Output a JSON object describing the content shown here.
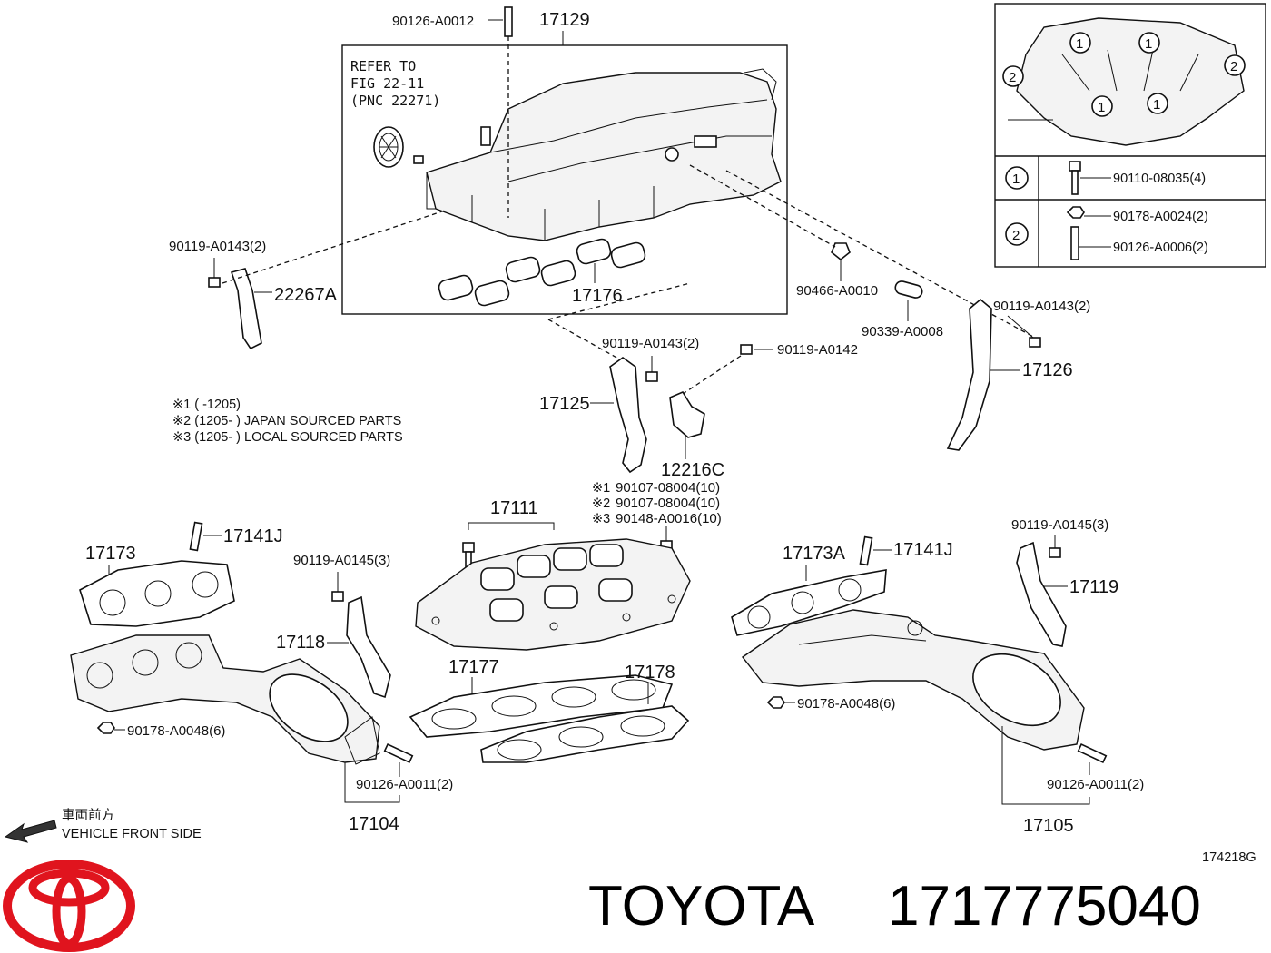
{
  "refer_box": {
    "line1": "REFER TO",
    "line2": "FIG 22-11",
    "line3": "(PNC 22271)"
  },
  "labels": {
    "p_90126_A0012": "90126-A0012",
    "p_17129": "17129",
    "p_90119_A0143_a": "90119-A0143(2)",
    "p_22267A": "22267A",
    "p_17176": "17176",
    "p_90466_A0010": "90466-A0010",
    "p_90339_A0008": "90339-A0008",
    "p_90119_A0143_b": "90119-A0143(2)",
    "p_90119_A0143_c": "90119-A0143(2)",
    "p_90119_A0142": "90119-A0142",
    "p_17126": "17126",
    "p_17125": "17125",
    "p_12216C": "12216C",
    "p_90107_08004_1": "90107-08004(10)",
    "p_90107_08004_2": "90107-08004(10)",
    "p_90148_A0016": "90148-A0016(10)",
    "p_17111": "17111",
    "p_17173": "17173",
    "p_17141J_a": "17141J",
    "p_90119_A0145_a": "90119-A0145(3)",
    "p_17118": "17118",
    "p_17177": "17177",
    "p_17178": "17178",
    "p_90178_A0048_a": "90178-A0048(6)",
    "p_90126_A0011_a": "90126-A0011(2)",
    "p_17104": "17104",
    "p_17173A": "17173A",
    "p_17141J_b": "17141J",
    "p_90119_A0145_b": "90119-A0145(3)",
    "p_17119": "17119",
    "p_90178_A0048_b": "90178-A0048(6)",
    "p_90126_A0011_b": "90126-A0011(2)",
    "p_17105": "17105"
  },
  "notes": {
    "mark1": "※1",
    "mark2": "※2",
    "mark3": "※3",
    "line1": "※1 (        -1205)",
    "line2": "※2 (1205-          ) JAPAN SOURCED PARTS",
    "line3": "※3 (1205-          ) LOCAL SOURCED PARTS"
  },
  "legend": {
    "c1": "1",
    "c2": "2",
    "row1_part": "90110-08035(4)",
    "row2_part_a": "90178-A0024(2)",
    "row2_part_b": "90126-A0006(2)"
  },
  "direction": {
    "japanese": "車両前方",
    "english": "VEHICLE FRONT SIDE"
  },
  "figure_code": "174218G",
  "brand_line": {
    "brand": "TOYOTA",
    "part_number": "1717775040"
  },
  "colors": {
    "logo_red": "#e0141e",
    "ink": "#111111"
  },
  "icons": {
    "logo": "toyota-logo-icon",
    "arrow": "vehicle-front-arrow-icon"
  }
}
